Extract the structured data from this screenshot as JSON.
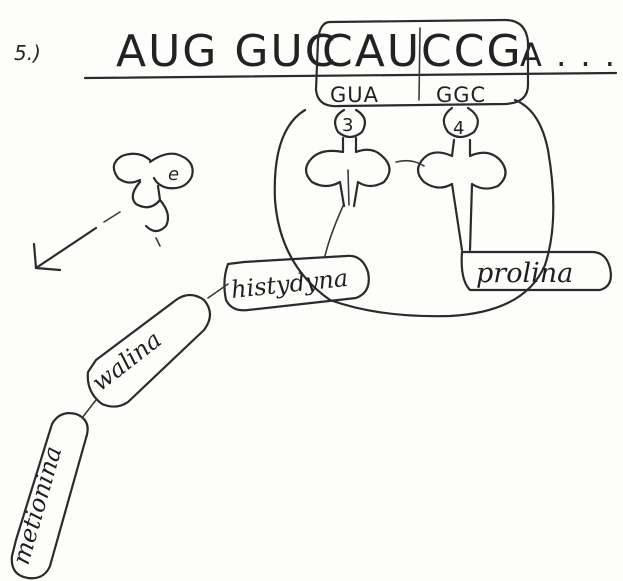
{
  "problem_number": "5.)",
  "mrna": {
    "before_ribosome": "AUG GUC",
    "in_ribosome": "CAUCCG",
    "after_ribosome": "A . . ."
  },
  "trna": [
    {
      "anticodon": "GUA",
      "site_number": "3"
    },
    {
      "anticodon": "GGC",
      "site_number": "4"
    }
  ],
  "amino_acids": {
    "proline": "prolina",
    "histidine": "histydyna",
    "valine": "walina",
    "methionine": "metionina"
  },
  "released_trna_label": "e"
}
